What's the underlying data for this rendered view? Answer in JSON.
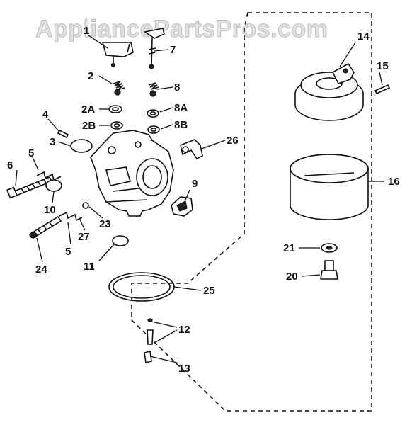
{
  "watermark": "AppliancePartsPros.com",
  "callouts": {
    "c1": "1",
    "c7": "7",
    "c2": "2",
    "c8": "8",
    "c2a": "2A",
    "c8a": "8A",
    "c2b": "2B",
    "c8b": "8B",
    "c4": "4",
    "c3": "3",
    "c26": "26",
    "c5a": "5",
    "c6": "6",
    "c9": "9",
    "c10": "10",
    "c23": "23",
    "c27": "27",
    "c5b": "5",
    "c24": "24",
    "c11": "11",
    "c25": "25",
    "c12": "12",
    "c13": "13",
    "c14": "14",
    "c15": "15",
    "c16": "16",
    "c21": "21",
    "c20": "20"
  }
}
